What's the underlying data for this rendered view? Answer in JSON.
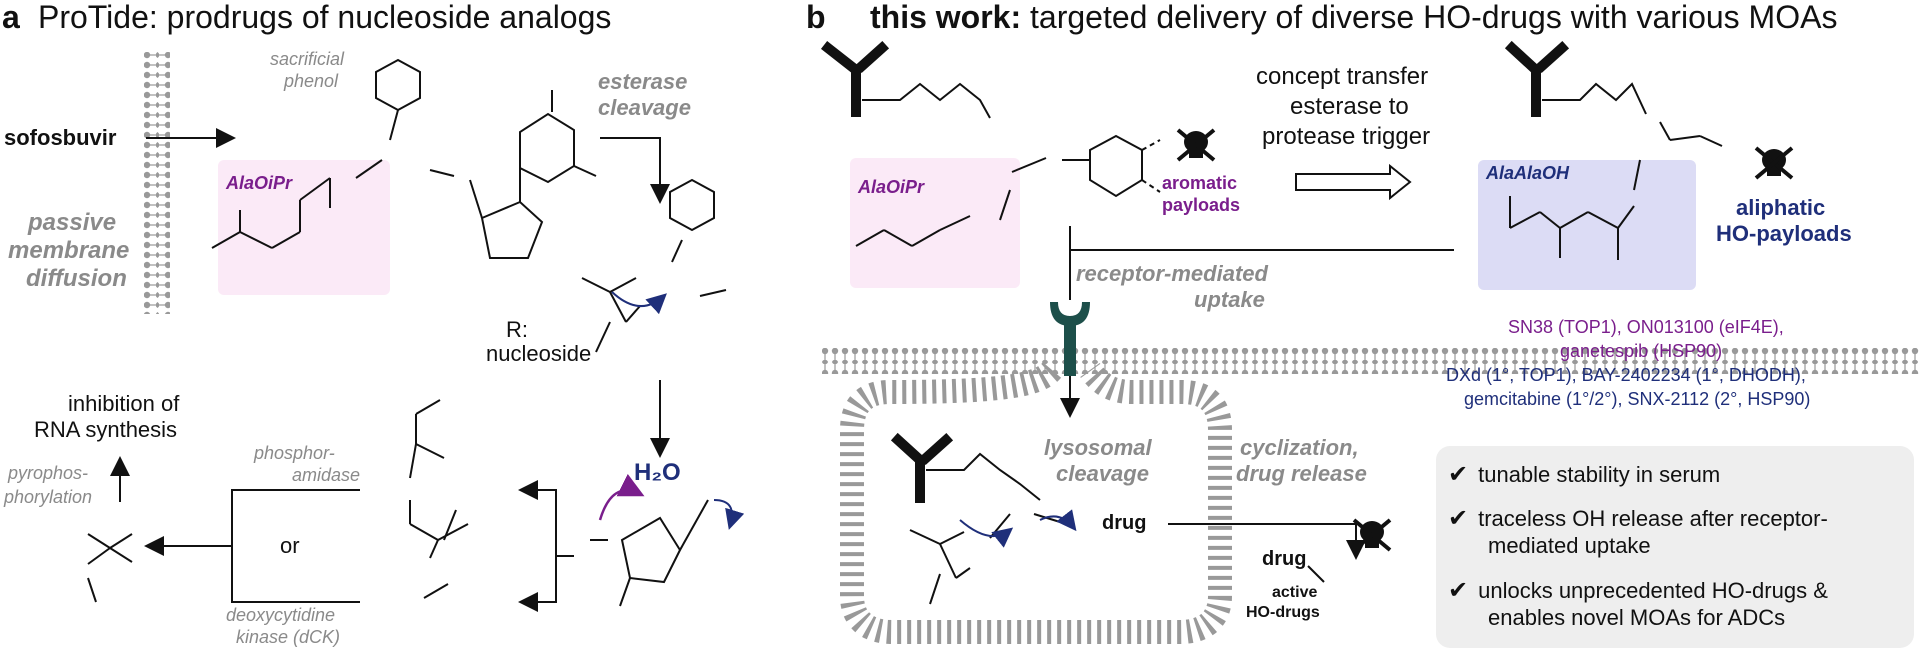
{
  "panel_a": {
    "letter": "a",
    "title": "ProTide: prodrugs of nucleoside analogs",
    "sofosbuvir": "sofosbuvir",
    "passive": [
      "passive",
      "membrane",
      "diffusion"
    ],
    "sacrificial": [
      "sacrificial",
      "phenol"
    ],
    "alaoipr": "AlaOiPr",
    "esterase": [
      "esterase",
      "cleavage"
    ],
    "r_label": [
      "R:",
      "nucleoside"
    ],
    "inhibition": [
      "inhibition of",
      "RNA synthesis"
    ],
    "pyrophos": [
      "pyrophos-",
      "phorylation"
    ],
    "phosphoramidase": [
      "phosphor-",
      "amidase"
    ],
    "or": "or",
    "dck": [
      "deoxycytidine",
      "kinase (dCK)"
    ],
    "h2o": "H₂O"
  },
  "panel_b": {
    "letter": "b",
    "title_bold": "this work:",
    "title_rest": "targeted delivery of diverse HO-drugs with various MOAs",
    "concept": [
      "concept transfer",
      "esterase to",
      "protease trigger"
    ],
    "alaoipr": "AlaOiPr",
    "aromatic": [
      "aromatic",
      "payloads"
    ],
    "alaalaoh": "AlaAlaOH",
    "aliphatic": [
      "aliphatic",
      "HO-payloads"
    ],
    "receptor": [
      "receptor-mediated",
      "uptake"
    ],
    "lysosomal": [
      "lysosomal",
      "cleavage"
    ],
    "cyclization": [
      "cyclization,",
      "drug release"
    ],
    "drug_label": "drug",
    "active": [
      "active",
      "HO-drugs"
    ],
    "payload_list_purple": [
      "SN38 (TOP1), ON013100 (eIF4E),",
      "ganetespib (HSP90)"
    ],
    "payload_list_navy": [
      "DXd (1°, TOP1), BAY-2402234 (1°, DHODH),",
      "gemcitabine (1°/2°), SNX-2112 (2°, HSP90)"
    ],
    "features": [
      [
        "tunable stability in serum"
      ],
      [
        "traceless OH release after receptor-",
        "mediated uptake"
      ],
      [
        "unlocks unprecedented HO-drugs &",
        "enables novel MOAs for ADCs"
      ]
    ]
  },
  "colors": {
    "purple": "#7a1e8c",
    "navy": "#1f2f7a",
    "teal": "#1d4f4a",
    "gray": "#8a8a8a",
    "pink_box": "#fbeaf7",
    "blue_box": "#dcdcf5"
  }
}
